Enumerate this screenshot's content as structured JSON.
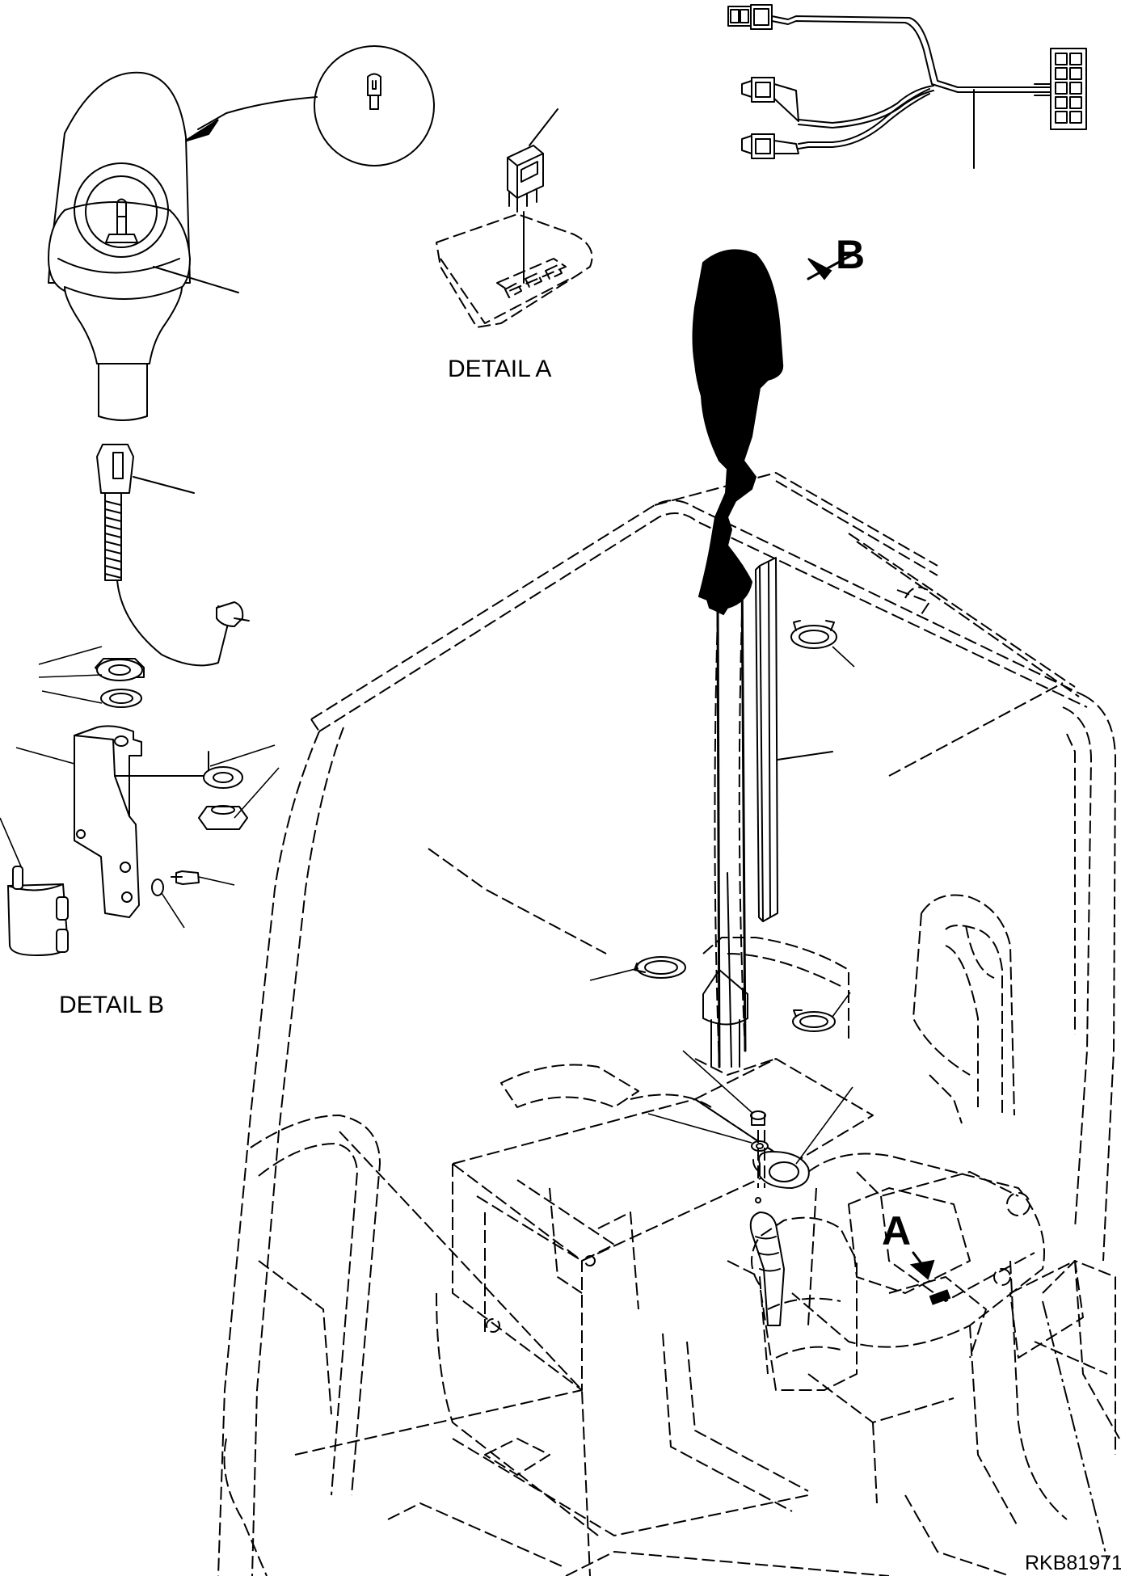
{
  "labels": {
    "detail_a": "DETAIL A",
    "detail_b": "DETAIL B",
    "callout_a": "A",
    "callout_b": "B",
    "drawing_code": "RKB81971"
  }
}
